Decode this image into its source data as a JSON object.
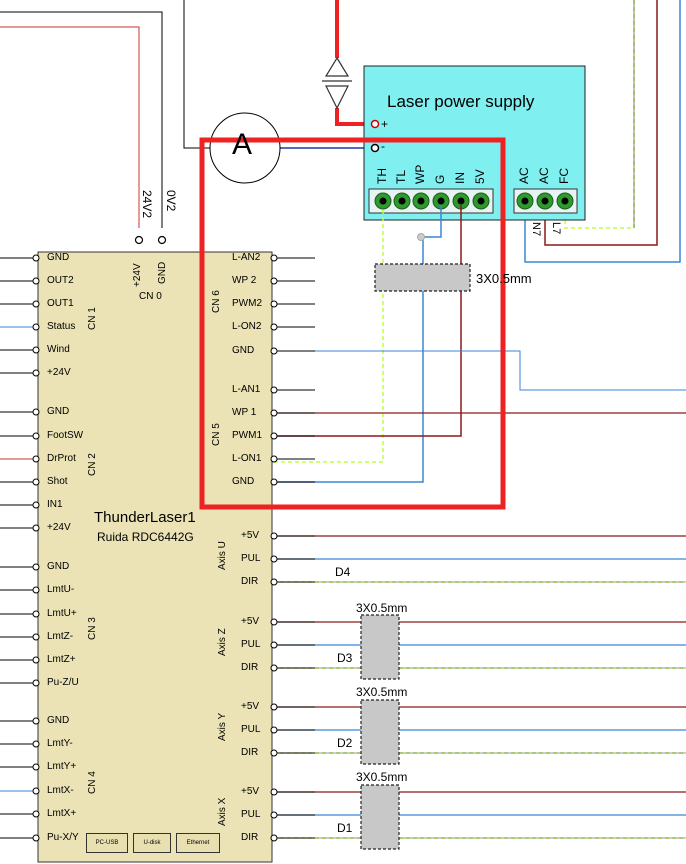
{
  "controller": {
    "name": "ThunderLaser1",
    "model": "Ruida RDC6442G",
    "left_pins": [
      "GND",
      "OUT2",
      "OUT1",
      "Status",
      "Wind",
      "+24V",
      "GND",
      "FootSW",
      "DrProt",
      "Shot",
      "IN1",
      "+24V",
      "GND",
      "LmtU-",
      "LmtU+",
      "LmtZ-",
      "LmtZ+",
      "Pu-Z/U",
      "GND",
      "LmtY-",
      "LmtY+",
      "LmtX-",
      "LmtX+",
      "Pu-X/Y"
    ],
    "cn6_pins": [
      "L-AN2",
      "WP 2",
      "PWM2",
      "L-ON2",
      "GND"
    ],
    "cn5_pins": [
      "L-AN1",
      "WP 1",
      "PWM1",
      "L-ON1",
      "GND"
    ],
    "axis_pins": [
      "+5V",
      "PUL",
      "DIR"
    ],
    "cn0_pins": [
      "+24V",
      "GND"
    ],
    "connector_labels": {
      "cn0": "CN 0",
      "cn1": "CN 1",
      "cn2": "CN 2",
      "cn3": "CN 3",
      "cn4": "CN 4",
      "cn5": "CN 5",
      "cn6": "CN 6"
    },
    "axis_labels": {
      "u": "Axis U",
      "z": "Axis Z",
      "y": "Axis Y",
      "x": "Axis X"
    },
    "ports": [
      "PC-USB",
      "U-disk",
      "Ethernet"
    ]
  },
  "power_supply": {
    "title": "Laser power supply",
    "plus": "+",
    "minus": "-",
    "pins_left": [
      "TH",
      "TL",
      "WP",
      "G",
      "IN",
      "5V"
    ],
    "pins_right": [
      "AC",
      "AC",
      "FC"
    ]
  },
  "supply_wires": {
    "v24": "24V2",
    "v0": "0V2"
  },
  "ammeter": "A",
  "terminal_labels": {
    "n7": "N7",
    "l7": "L7"
  },
  "cables": {
    "psu": "3X0.5mm",
    "z": "3X0.5mm",
    "y": "3X0.5mm",
    "x": "3X0.5mm"
  },
  "drivers": {
    "d4": "D4",
    "d3": "D3",
    "d2": "D2",
    "d1": "D1"
  },
  "colors": {
    "board": "#ebe3b5",
    "psu": "#7feff0",
    "terminal": "#2e9a2e",
    "highlight": "#ee2222",
    "wire_blue": "#3a86d8",
    "wire_brown": "#8b1a1a",
    "wire_green": "#c0ff40",
    "wire_red": "#ee2222"
  }
}
